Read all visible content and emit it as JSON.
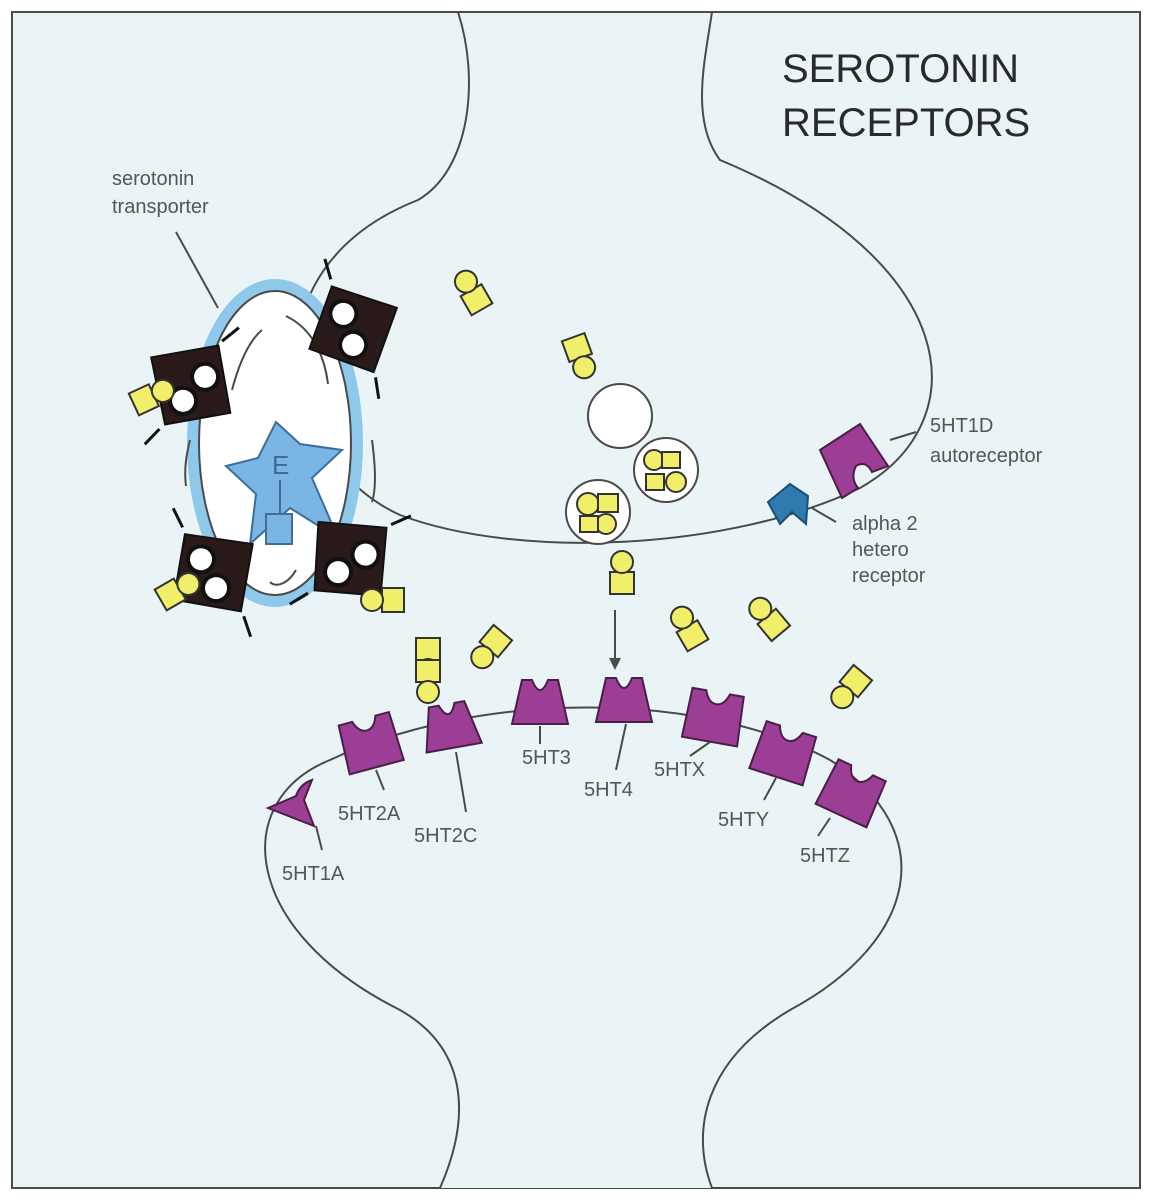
{
  "title": {
    "line1": "SEROTONIN",
    "line2": "RECEPTORS"
  },
  "labels": {
    "transporter_line1": "serotonin",
    "transporter_line2": "transporter",
    "enzyme_letter": "E",
    "autoreceptor_line1": "5HT1D",
    "autoreceptor_line2": "autoreceptor",
    "hetero_line1": "alpha 2",
    "hetero_line2": "hetero",
    "hetero_line3": "receptor"
  },
  "receptors": [
    "5HT1A",
    "5HT2A",
    "5HT2C",
    "5HT3",
    "5HT4",
    "5HTX",
    "5HTY",
    "5HTZ"
  ],
  "colors": {
    "cell_fill": "#eaf4f7",
    "outline": "#4a4a4a",
    "receptor": "#9c3d96",
    "receptor_dark": "#7d2b78",
    "serotonin": "#f1ef6a",
    "transporter_ring": "#8ec8ea",
    "enzyme": "#7bb5e3",
    "hetero_receptor": "#2f7bb0",
    "transporter_body": "#2a1a1a"
  }
}
